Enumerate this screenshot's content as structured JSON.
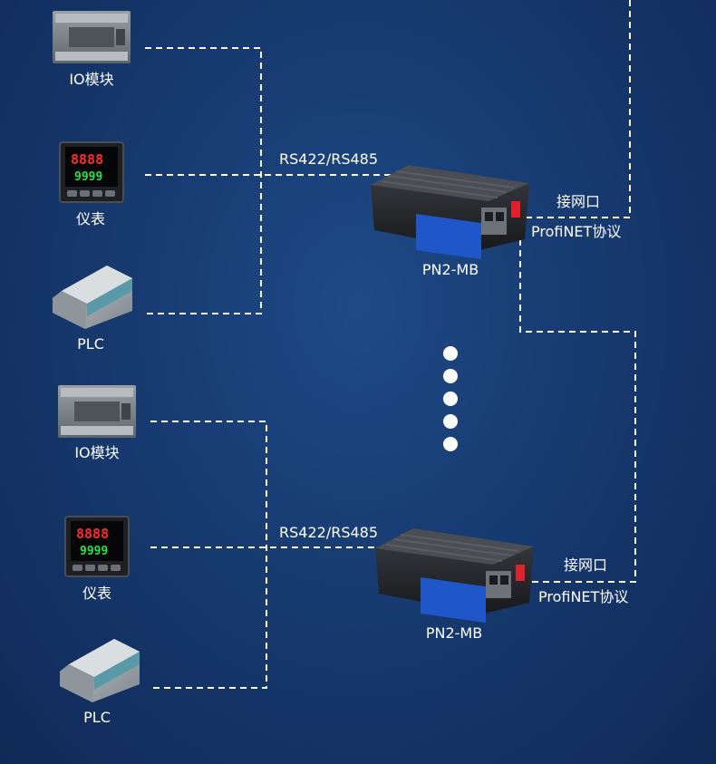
{
  "groups": [
    {
      "io_label": "IO模块",
      "meter_label": "仪表",
      "plc_label": "PLC",
      "bus_label": "RS422/RS485",
      "gateway_label": "PN2-MB",
      "eth_label": "接网口",
      "protocol_label": "ProfiNET协议",
      "meter_digits_top": "8888",
      "meter_digits_bottom": "9999"
    },
    {
      "io_label": "IO模块",
      "meter_label": "仪表",
      "plc_label": "PLC",
      "bus_label": "RS422/RS485",
      "gateway_label": "PN2-MB",
      "eth_label": "接网口",
      "protocol_label": "ProfiNET协议",
      "meter_digits_top": "8888",
      "meter_digits_bottom": "9999"
    }
  ],
  "colors": {
    "line": "#ffffff",
    "meter_red": "#ff2a2a",
    "meter_green": "#27e04a",
    "gateway_blue": "#1f57c8",
    "rj45_red": "#e0202a"
  },
  "ellipsis_dots": 5
}
